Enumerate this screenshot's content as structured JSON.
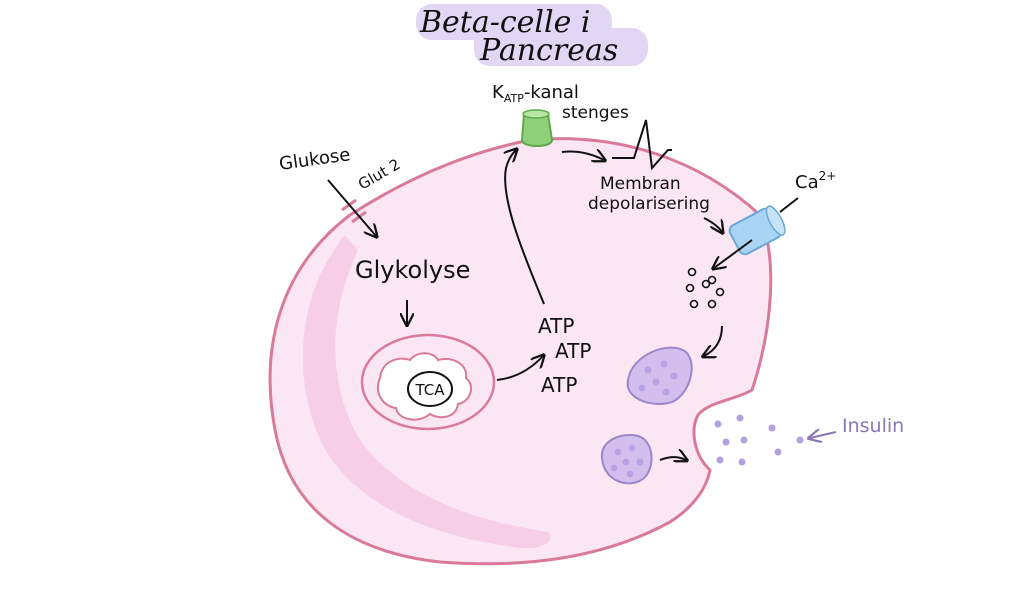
{
  "title": {
    "line1": "Beta-celle i",
    "line2": "Pancreas"
  },
  "labels": {
    "katp_main": "K",
    "katp_sub": "ATP",
    "katp_rest": "-kanal",
    "stenges": "stenges",
    "glukose": "Glukose",
    "glut2": "Glut 2",
    "glykolyse": "Glykolyse",
    "tca": "TCA",
    "atp1": "ATP",
    "atp2": "ATP",
    "atp3": "ATP",
    "membran": "Membran",
    "depolarisering": "depolarisering",
    "ca": "Ca",
    "ca_sup": "2+",
    "insulin": "Insulin"
  },
  "colors": {
    "cell_fill": "#fbe6f3",
    "cell_stroke": "#d97a9a",
    "inner_shade": "#f6cfe6",
    "katp_channel": "#8fd17a",
    "ca_channel": "#a9d4f2",
    "vesicle_fill": "#d3bfee",
    "vesicle_stroke": "#9d86c9",
    "title_highlight": "#e2d6f5",
    "insulin_dots": "#b3a1dd"
  }
}
